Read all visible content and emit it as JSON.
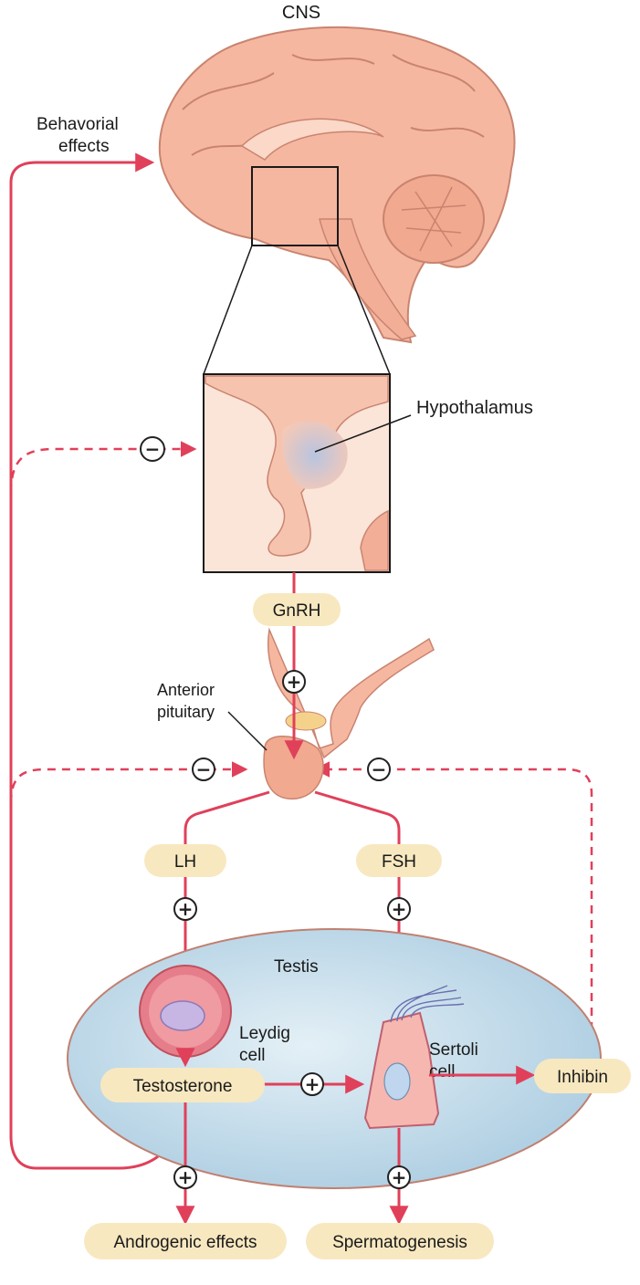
{
  "labels": {
    "cns": "CNS",
    "behavioral_line1": "Behavorial",
    "behavioral_line2": "effects",
    "hypothalamus": "Hypothalamus",
    "gnrh": "GnRH",
    "anterior_pituitary_line1": "Anterior",
    "anterior_pituitary_line2": "pituitary",
    "lh": "LH",
    "fsh": "FSH",
    "testis": "Testis",
    "leydig_line1": "Leydig",
    "leydig_line2": "cell",
    "sertoli_line1": "Sertoli",
    "sertoli_line2": "cell",
    "testosterone": "Testosterone",
    "inhibin": "Inhibin",
    "androgenic_effects": "Androgenic effects",
    "spermatogenesis": "Spermatogenesis"
  },
  "signs": {
    "plus": "+",
    "minus": "−"
  },
  "colors": {
    "arrow": "#e0405a",
    "brain": "#f6b7a0",
    "brain_outline": "#c98470",
    "pill": "#f8e8c0",
    "testis": "#b9d6e6",
    "hypothalamus_shade": "#b8c4e0",
    "leydig": "#e57e8a",
    "sertoli": "#f6b7b0"
  }
}
